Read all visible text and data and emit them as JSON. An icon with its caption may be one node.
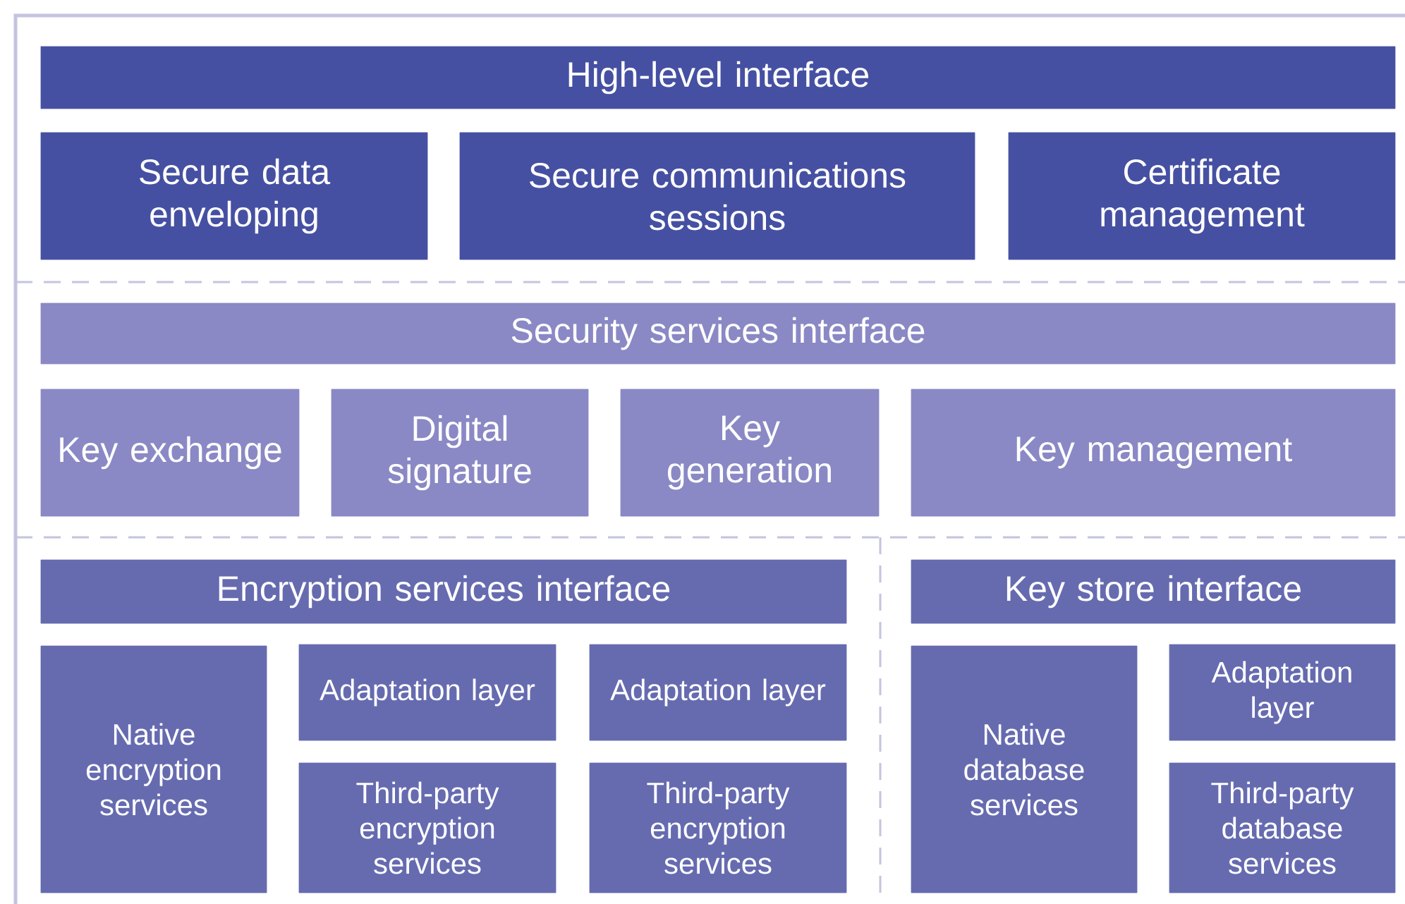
{
  "diagram": {
    "nodes": [
      {
        "text": [
          "High-level interface"
        ]
      },
      {
        "text": [
          "Secure data enveloping"
        ]
      },
      {
        "text": [
          "Secure communications sessions"
        ]
      },
      {
        "text": [
          "Certificate management"
        ]
      },
      {
        "text": [
          "Security services interface"
        ]
      },
      {
        "text": [
          "Key exchange"
        ]
      },
      {
        "text": [
          "Digital signature"
        ]
      },
      {
        "text": [
          "Key generation"
        ]
      },
      {
        "text": [
          "Key management"
        ]
      },
      {
        "text": [
          "Encryption services interface"
        ]
      },
      {
        "text": [
          "Native encryption services"
        ]
      },
      {
        "text": [
          "Adaptation layer"
        ]
      },
      {
        "text": [
          "Third-party encryption services"
        ]
      },
      {
        "text": [
          "Adaptation layer"
        ]
      },
      {
        "text": [
          "Third-party encryption services"
        ]
      },
      {
        "text": [
          "Key store interface"
        ]
      },
      {
        "text": [
          "Native database services"
        ]
      },
      {
        "text": [
          "Adaptation layer"
        ]
      },
      {
        "text": [
          "Third-party database services"
        ]
      }
    ]
  }
}
